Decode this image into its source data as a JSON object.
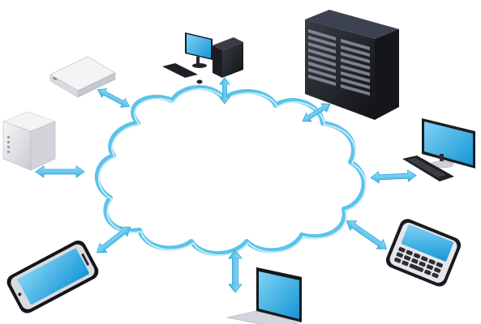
{
  "diagram": {
    "hub": {
      "label": "",
      "icon": "cloud-icon"
    },
    "nodes": [
      {
        "id": "network-appliance",
        "icon": "network-appliance-icon"
      },
      {
        "id": "desktop-computer-top",
        "icon": "desktop-computer-icon"
      },
      {
        "id": "server-rack",
        "icon": "server-rack-icon"
      },
      {
        "id": "tower-server",
        "icon": "tower-server-icon"
      },
      {
        "id": "desktop-computer-right",
        "icon": "desktop-computer-icon"
      },
      {
        "id": "smartphone-left",
        "icon": "smartphone-icon"
      },
      {
        "id": "laptop",
        "icon": "laptop-icon"
      },
      {
        "id": "keyboard-phone",
        "icon": "keyboard-phone-icon"
      }
    ],
    "connection_style": "bidirectional-arrow",
    "colors": {
      "cloud_outline": "#5bc3e9",
      "arrow": "#5bc3e9",
      "screen": "#1aa7e0",
      "device_dark": "#1e1f24",
      "device_light": "#e8e9ec",
      "rack": "#2a2f3a"
    }
  }
}
